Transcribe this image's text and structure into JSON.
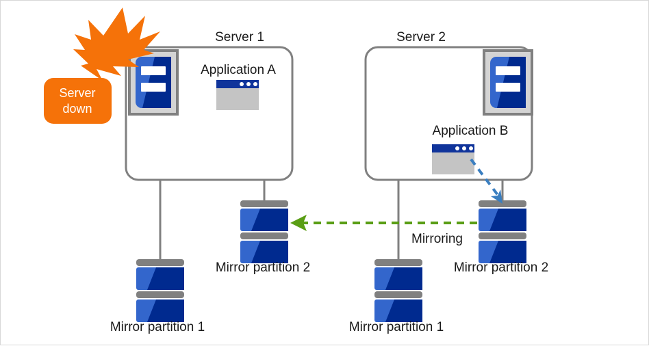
{
  "diagram": {
    "title_implied": "Server failover with mirror partitions",
    "colors": {
      "server_box_border": "#808080",
      "connector_line": "#808080",
      "server_icon_blue_light": "#3366cc",
      "server_icon_blue_dark": "#002a8f",
      "server_icon_frame": "#d4d4d4",
      "server_icon_frame_border": "#808080",
      "app_titlebar": "#10349b",
      "app_body": "#c4c4c4",
      "disk_blue_light": "#3366cc",
      "disk_blue_dark": "#002a8f",
      "disk_bar": "#808080",
      "alert_orange": "#f57209",
      "mirroring_arrow_green": "#5a9e15",
      "write_arrow_blue": "#3a7ec0",
      "text": "#1a1a1a",
      "page_border": "#d7d7d7"
    },
    "servers": [
      {
        "id": "server-1",
        "label": "Server 1",
        "status": "down",
        "icon_position": "top-left",
        "application": {
          "label": "Application A",
          "icon": "app-window-icon"
        }
      },
      {
        "id": "server-2",
        "label": "Server 2",
        "status": "running",
        "icon_position": "top-right",
        "application": {
          "label": "Application B",
          "icon": "app-window-icon"
        }
      }
    ],
    "alert": {
      "badge_line1": "Server",
      "badge_line2": "down",
      "icon": "explosion-burst-icon"
    },
    "disks": [
      {
        "id": "s1-mirror-1",
        "label": "Mirror partition 1",
        "icon": "disk-stack-icon",
        "side": "left"
      },
      {
        "id": "s1-mirror-2",
        "label": "Mirror partition 2",
        "icon": "disk-stack-icon",
        "side": "left"
      },
      {
        "id": "s2-mirror-1",
        "label": "Mirror partition 1",
        "icon": "disk-stack-icon",
        "side": "right"
      },
      {
        "id": "s2-mirror-2",
        "label": "Mirror partition 2",
        "icon": "disk-stack-icon",
        "side": "right"
      }
    ],
    "arrows": [
      {
        "id": "mirroring-arrow",
        "label": "Mirroring",
        "style": "dashed",
        "color": "#5a9e15",
        "from": "s2-mirror-2",
        "to": "s1-mirror-2",
        "direction": "right-to-left"
      },
      {
        "id": "write-arrow",
        "label": "",
        "style": "dashed",
        "color": "#3a7ec0",
        "from": "Application B",
        "to": "s2-mirror-2",
        "direction": "down-right"
      }
    ]
  }
}
